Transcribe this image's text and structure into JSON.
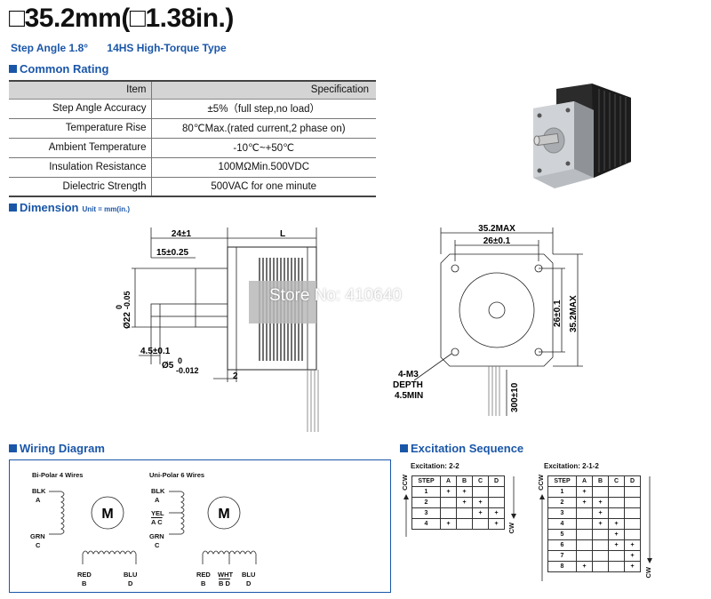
{
  "header": {
    "title": "□35.2mm(□1.38in.)",
    "step_angle": "Step Angle 1.8°",
    "type": "14HS High-Torque Type"
  },
  "common_rating": {
    "heading": "Common Rating",
    "columns": [
      "Item",
      "Specification"
    ],
    "rows": [
      {
        "item": "Step Angle Accuracy",
        "spec": "±5%（full step,no load）"
      },
      {
        "item": "Temperature Rise",
        "spec": "80℃Max.(rated current,2 phase on)"
      },
      {
        "item": "Ambient Temperature",
        "spec": "-10℃~+50℃"
      },
      {
        "item": "Insulation Resistance",
        "spec": "100MΩMin.500VDC"
      },
      {
        "item": "Dielectric Strength",
        "spec": "500VAC for one minute"
      }
    ]
  },
  "dimension": {
    "heading": "Dimension",
    "unit": "Unit = mm(in.)",
    "labels": {
      "d24": "24±1",
      "L": "L",
      "d15": "15±0.25",
      "shaft_dia": "Ø22",
      "shaft_tol_top": "0",
      "shaft_tol_bot": "-0.05",
      "d45": "4.5±0.1",
      "d5": "Ø5",
      "d5_tol_top": "0",
      "d5_tol_bot": "-0.012",
      "d2": "2",
      "max_w": "35.2MAX",
      "hole_w": "26±0.1",
      "hole_h": "26±0.1",
      "max_h": "35.2MAX",
      "m3": "4-M3",
      "depth": "DEPTH",
      "depth_val": "4.5MIN",
      "lead": "300±10"
    },
    "watermark": "Store No: 410640"
  },
  "wiring": {
    "heading": "Wiring Diagram",
    "bipolar": {
      "title": "Bi-Polar 4 Wires",
      "motor": "M",
      "blk": "BLK",
      "a": "A",
      "grn": "GRN",
      "c": "C",
      "red": "RED",
      "b": "B",
      "blu": "BLU",
      "d": "D"
    },
    "unipolar": {
      "title": "Uni-Polar 6 Wires",
      "motor": "M",
      "blk": "BLK",
      "a": "A",
      "yel": "YEL",
      "ac": "A C",
      "grn": "GRN",
      "c": "C",
      "red": "RED",
      "b": "B",
      "wht": "WHT",
      "bd": "B D",
      "blu": "BLU",
      "d": "D"
    }
  },
  "excitation": {
    "heading": "Excitation Sequence",
    "ccw": "CCW",
    "cw": "CW",
    "columns": [
      "STEP",
      "A",
      "B",
      "C",
      "D"
    ],
    "seq_22": {
      "caption": "Excitation: 2-2",
      "rows": [
        [
          "1",
          "+",
          "+",
          "",
          ""
        ],
        [
          "2",
          "",
          "+",
          "+",
          ""
        ],
        [
          "3",
          "",
          "",
          "+",
          "+"
        ],
        [
          "4",
          "+",
          "",
          "",
          "+"
        ]
      ]
    },
    "seq_212": {
      "caption": "Excitation: 2-1-2",
      "rows": [
        [
          "1",
          "+",
          "",
          "",
          ""
        ],
        [
          "2",
          "+",
          "+",
          "",
          ""
        ],
        [
          "3",
          "",
          "+",
          "",
          ""
        ],
        [
          "4",
          "",
          "+",
          "+",
          ""
        ],
        [
          "5",
          "",
          "",
          "+",
          ""
        ],
        [
          "6",
          "",
          "",
          "+",
          "+"
        ],
        [
          "7",
          "",
          "",
          "",
          "+"
        ],
        [
          "8",
          "+",
          "",
          "",
          "+"
        ]
      ]
    }
  },
  "colors": {
    "accent": "#1a56a8",
    "table_header": "#d4d4d4"
  }
}
